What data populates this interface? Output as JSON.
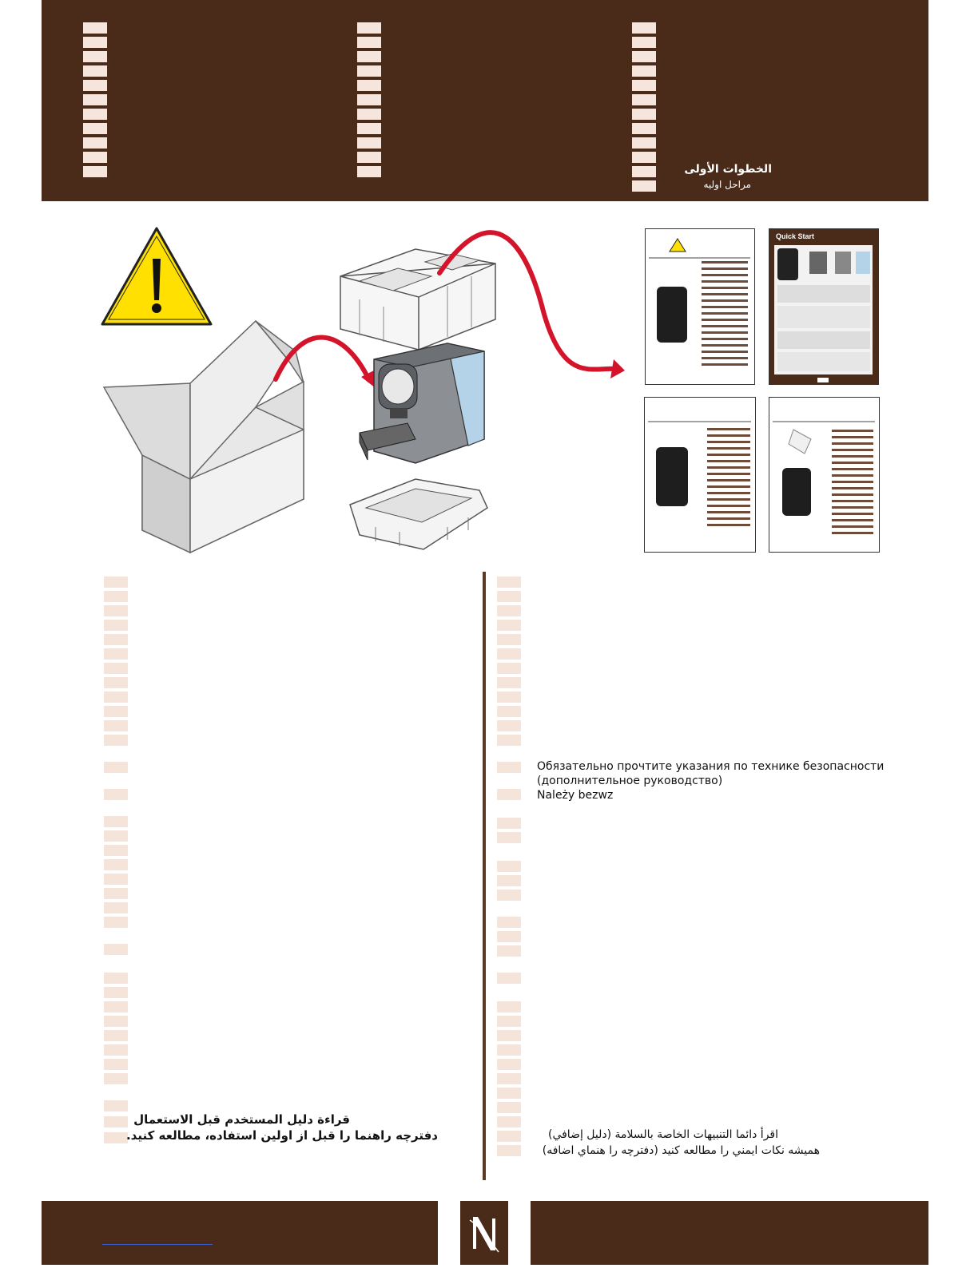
{
  "header": {
    "arabic_heading": "الخطوات الأولى",
    "farsi_heading": "مراحل اوليه"
  },
  "quick_start": {
    "title": "Quick Start"
  },
  "notices": {
    "russian_line1": "Обязательно прочтите указания по технике безопасности",
    "russian_line2": "(дополнительное руководство)",
    "polish_line": "Należy bezwz",
    "arabic_left_line1": "قراءة دليل المستخدم قبل الاستعمال",
    "farsi_left_line2": "دفترچه راهنما را قبل از اولين استفاده، مطالعه كنيد.",
    "arabic_right_line1": "اقرأ  دائما التنبيهات الخاصة بالسلامة (دليل إضافي)",
    "farsi_right_line2": "همیشه نكات ايمني را مطالعه كنيد (دفترچه را هنماي اضافه)"
  },
  "colors": {
    "brand_brown": "#4a2a19",
    "tab_peach": "#f6e5dc",
    "arrow_red": "#d4142a",
    "warning_yellow": "#ffe000"
  },
  "icons": {
    "warning": "warning-triangle-icon",
    "logo": "nespresso-n-logo"
  }
}
